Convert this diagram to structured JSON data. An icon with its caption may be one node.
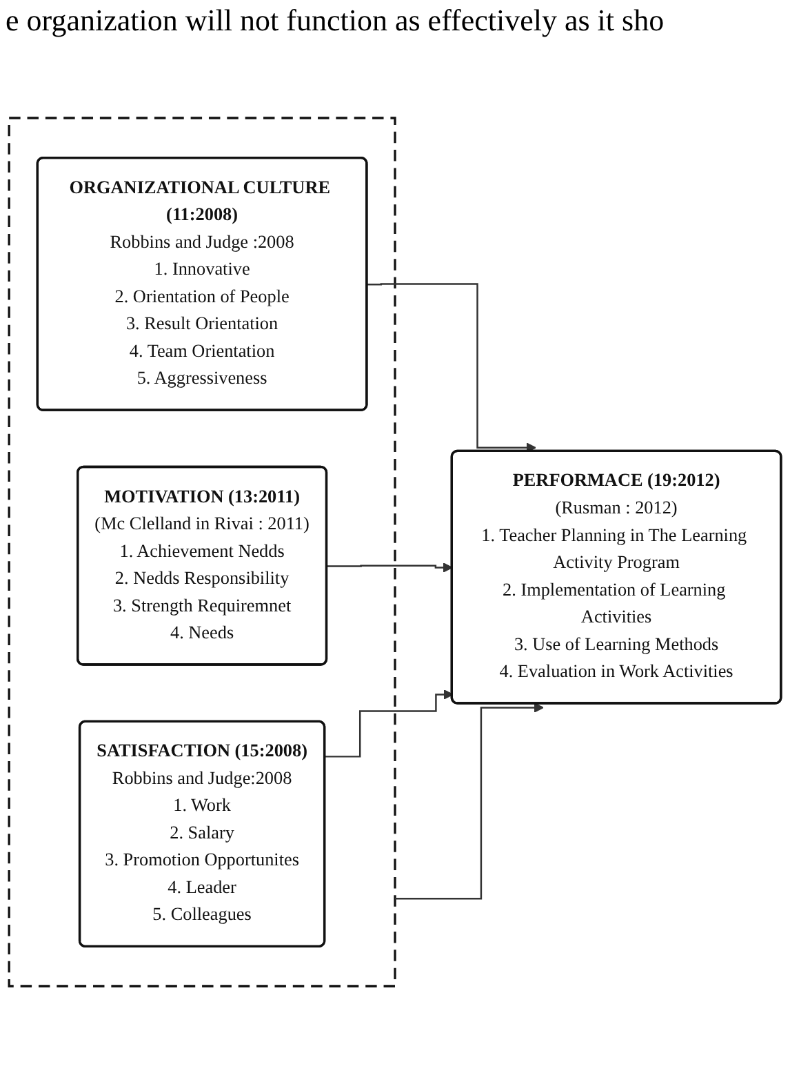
{
  "diagram": {
    "nodes": [
      {
        "text": [],
        "shape": "box"
      },
      {
        "text": [
          "ORGANIZATIONAL CULTURE (11:2008)",
          "Robbins and Judge :2008",
          "1. Innovative",
          "2. Orientation of People",
          "3. Result Orientation",
          "4. Team Orientation",
          "5. Aggressiveness"
        ],
        "in": 0
      },
      {
        "text": [
          "MOTIVATION (13:2011)",
          "(Mc Clelland in Rivai : 2011)",
          "1. Achievement Nedds",
          "2. Nedds Responsibility",
          "3. Strength Requiremnet",
          "4. Needs"
        ],
        "in": 0
      },
      {
        "text": [
          "SATISFACTION (15:2008)",
          "Robbins and Judge:2008",
          "1. Work",
          "2. Salary",
          "3. Promotion Opportunites",
          "4. Leader",
          "5. Colleagues"
        ],
        "in": 0
      },
      {
        "text": [
          "PERFORMACE (19:2012)",
          "(Rusman : 2012)",
          "1. Teacher Planning in The Learning Activity Program",
          "2. Implementation of Learning Activities",
          "3. Use of Learning Methods",
          "4. Evaluation in Work Activities"
        ]
      }
    ],
    "edges": [
      {
        "from": 1,
        "to": 4,
        "arrow": "to"
      },
      {
        "from": 2,
        "to": 4,
        "arrow": "to"
      },
      {
        "from": 3,
        "to": 4,
        "arrow": "to"
      },
      {
        "from": 0,
        "to": 4,
        "arrow": "to"
      }
    ],
    "labels": [
      "e organization will not function as effectively as it sho"
    ]
  }
}
